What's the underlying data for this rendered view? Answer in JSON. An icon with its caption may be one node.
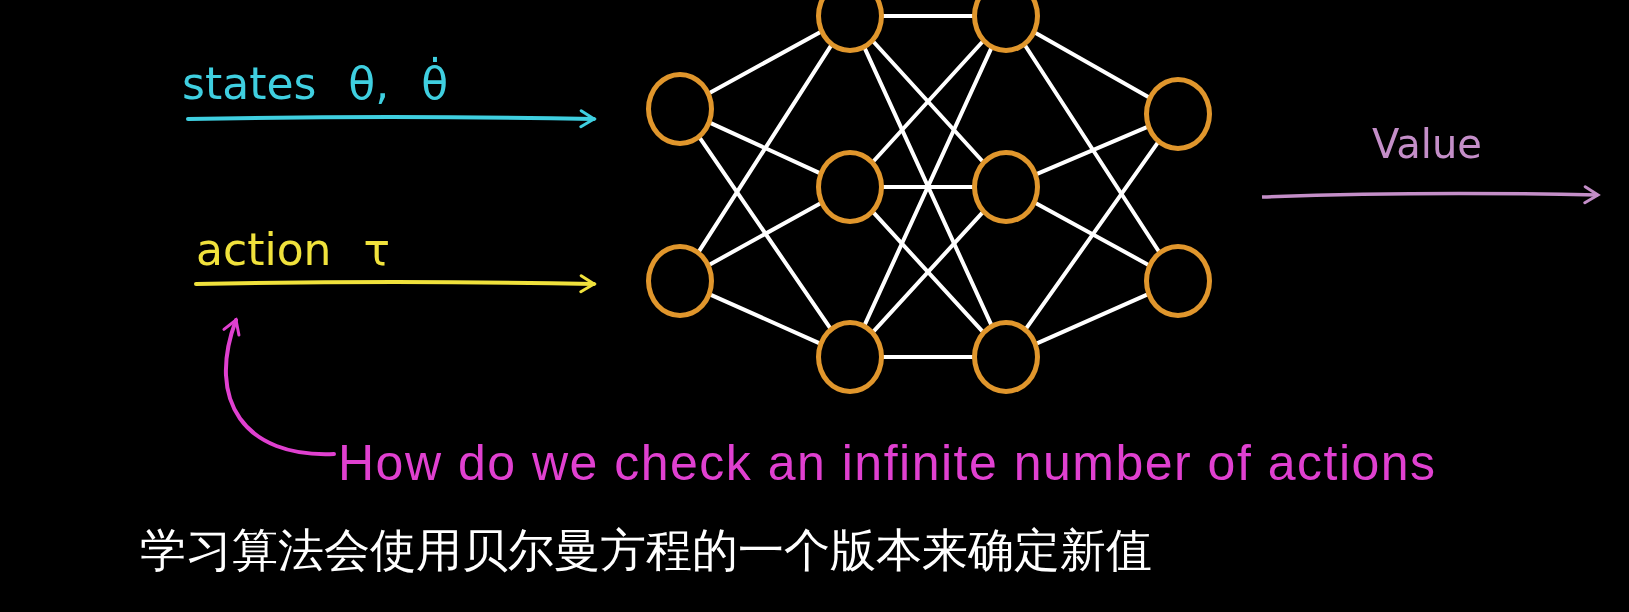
{
  "diagram": {
    "nodes": [
      {
        "text": [],
        "shape": "circle"
      },
      {
        "text": [],
        "shape": "circle"
      },
      {
        "text": [],
        "shape": "circle"
      },
      {
        "text": [],
        "shape": "circle"
      },
      {
        "text": [],
        "shape": "circle"
      },
      {
        "text": [],
        "shape": "circle"
      },
      {
        "text": [],
        "shape": "circle"
      },
      {
        "text": [],
        "shape": "circle"
      },
      {
        "text": [],
        "shape": "circle"
      },
      {
        "text": [],
        "shape": "circle"
      },
      {
        "text": [
          "How do we check an infinite number of actions"
        ]
      }
    ],
    "edges": [
      {
        "from": 0,
        "to": 2,
        "arrow": "none"
      },
      {
        "from": 0,
        "to": 3,
        "arrow": "none"
      },
      {
        "from": 0,
        "to": 4,
        "arrow": "none"
      },
      {
        "from": 1,
        "to": 2,
        "arrow": "none"
      },
      {
        "from": 1,
        "to": 3,
        "arrow": "none"
      },
      {
        "from": 1,
        "to": 4,
        "arrow": "none"
      },
      {
        "from": 2,
        "to": 5,
        "arrow": "none"
      },
      {
        "from": 2,
        "to": 6,
        "arrow": "none"
      },
      {
        "from": 2,
        "to": 7,
        "arrow": "none"
      },
      {
        "from": 3,
        "to": 5,
        "arrow": "none"
      },
      {
        "from": 3,
        "to": 6,
        "arrow": "none"
      },
      {
        "from": 3,
        "to": 7,
        "arrow": "none"
      },
      {
        "from": 4,
        "to": 5,
        "arrow": "none"
      },
      {
        "from": 4,
        "to": 6,
        "arrow": "none"
      },
      {
        "from": 4,
        "to": 7,
        "arrow": "none"
      },
      {
        "from": 5,
        "to": 8,
        "arrow": "none"
      },
      {
        "from": 5,
        "to": 9,
        "arrow": "none"
      },
      {
        "from": 6,
        "to": 8,
        "arrow": "none"
      },
      {
        "from": 6,
        "to": 9,
        "arrow": "none"
      },
      {
        "from": 7,
        "to": 8,
        "arrow": "none"
      },
      {
        "from": 7,
        "to": 9,
        "arrow": "none"
      },
      {
        "from": null,
        "to": 0,
        "arrow": "to",
        "label": "states θ, θ̇",
        "color": "#3fcfe0"
      },
      {
        "from": null,
        "to": 1,
        "arrow": "to",
        "label": "action τ",
        "color": "#f0e23c"
      },
      {
        "from": 10,
        "to": null,
        "arrow": "to",
        "color": "#e040d0"
      }
    ],
    "labels": [
      "Value",
      "学习算法会使用贝尔曼方程的一个版本来确定新值"
    ]
  }
}
